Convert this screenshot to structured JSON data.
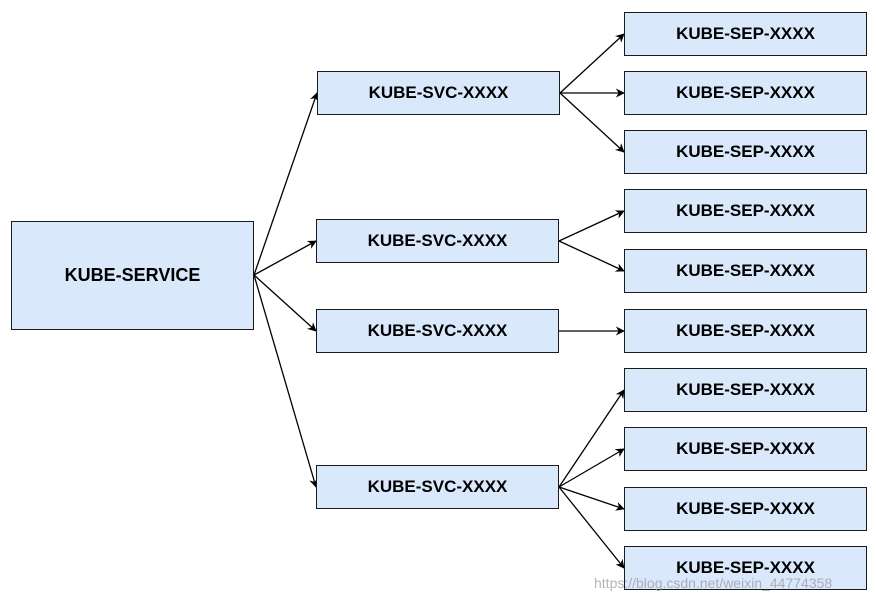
{
  "root": {
    "label": "KUBE-SERVICE"
  },
  "services": [
    {
      "label": "KUBE-SVC-XXXX"
    },
    {
      "label": "KUBE-SVC-XXXX"
    },
    {
      "label": "KUBE-SVC-XXXX"
    },
    {
      "label": "KUBE-SVC-XXXX"
    }
  ],
  "endpoints": [
    {
      "label": "KUBE-SEP-XXXX"
    },
    {
      "label": "KUBE-SEP-XXXX"
    },
    {
      "label": "KUBE-SEP-XXXX"
    },
    {
      "label": "KUBE-SEP-XXXX"
    },
    {
      "label": "KUBE-SEP-XXXX"
    },
    {
      "label": "KUBE-SEP-XXXX"
    },
    {
      "label": "KUBE-SEP-XXXX"
    },
    {
      "label": "KUBE-SEP-XXXX"
    },
    {
      "label": "KUBE-SEP-XXXX"
    },
    {
      "label": "KUBE-SEP-XXXX"
    }
  ],
  "watermark": "https://blog.csdn.net/weixin_44774358",
  "colors": {
    "box_fill": "#dae8fc",
    "box_border": "#1a1a1a",
    "edge": "#000000"
  }
}
